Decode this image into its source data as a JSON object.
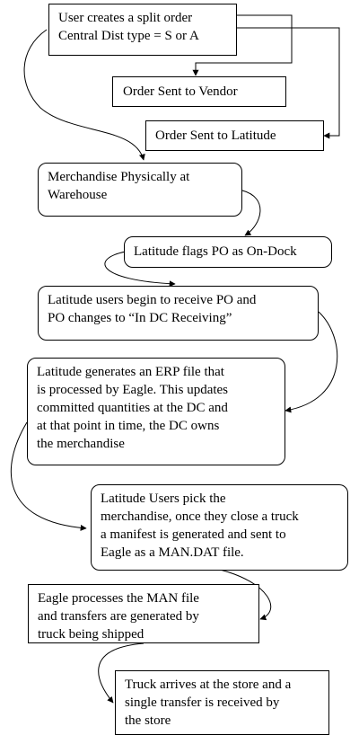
{
  "steps": [
    {
      "id": "create",
      "text": "User creates a split order\nCentral Dist type = S or A"
    },
    {
      "id": "vendor",
      "text": "Order Sent to Vendor"
    },
    {
      "id": "latitude",
      "text": "Order Sent to Latitude"
    },
    {
      "id": "warehouse",
      "text": "Merchandise Physically at\nWarehouse"
    },
    {
      "id": "ondock",
      "text": "Latitude flags PO as On-Dock"
    },
    {
      "id": "receiving",
      "text": "Latitude users begin to receive PO and\nPO changes to “In DC Receiving”"
    },
    {
      "id": "erp",
      "text": "Latitude generates an ERP file that\nis processed by Eagle.  This updates\ncommitted quantities at the DC and\nat that point in time, the DC owns\nthe merchandise"
    },
    {
      "id": "pick",
      "text": "Latitude Users pick the\nmerchandise, once they close a truck\na manifest is generated and sent to\nEagle as a MAN.DAT file."
    },
    {
      "id": "man",
      "text": "Eagle processes the MAN file\nand transfers are generated by\ntruck being shipped"
    },
    {
      "id": "store",
      "text": "Truck arrives at the store and a\nsingle transfer is received by\nthe store"
    }
  ]
}
